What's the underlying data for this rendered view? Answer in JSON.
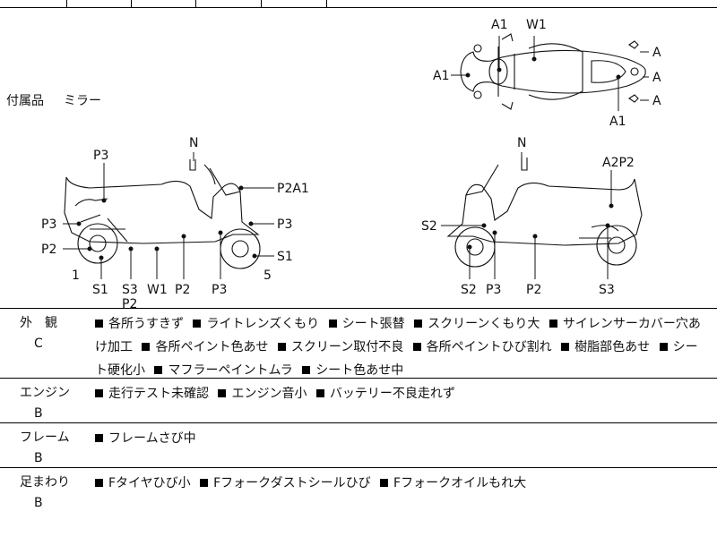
{
  "accessories": {
    "label": "付属品",
    "value": "ミラー"
  },
  "top_view_labels": {
    "a1_top": "A1",
    "w1": "W1",
    "a_1": "A",
    "a_2": "A",
    "a_3": "A",
    "a1_left": "A1",
    "a1_bottom": "A1"
  },
  "left_view_labels": {
    "n": "N",
    "p3_top": "P3",
    "p2a1": "P2A1",
    "p3_left": "P3",
    "p3_right": "P3",
    "p2_left": "P2",
    "s1_right": "S1",
    "num1": "1",
    "num5": "5",
    "s1_bottom": "S1",
    "s3_bottom": "S3",
    "w1_bottom": "W1",
    "p2_bottom": "P2",
    "p3_bottom": "P3",
    "p2_under": "P2"
  },
  "right_view_labels": {
    "n": "N",
    "a2p2": "A2P2",
    "s2_left": "S2",
    "s2_bottom": "S2",
    "p3_bottom": "P3",
    "p2_bottom": "P2",
    "s3_bottom": "S3"
  },
  "conditions": [
    {
      "category": "外　観",
      "grade": "C",
      "items": [
        "各所うすきず",
        "ライトレンズくもり",
        "シート張替",
        "スクリーンくもり大",
        "サイレンサーカバー穴あけ加工",
        "各所ペイント色あせ",
        "スクリーン取付不良",
        "各所ペイントひび割れ",
        "樹脂部色あせ",
        "シート硬化小",
        "マフラーペイントムラ",
        "シート色あせ中"
      ]
    },
    {
      "category": "エンジン",
      "grade": "B",
      "items": [
        "走行テスト未確認",
        "エンジン音小",
        "バッテリー不良走れず"
      ]
    },
    {
      "category": "フレーム",
      "grade": "B",
      "items": [
        "フレームさび中"
      ]
    },
    {
      "category": "足まわり",
      "grade": "B",
      "items": [
        "Fタイヤひび小",
        "Fフォークダストシールひび",
        "Fフォークオイルもれ大"
      ]
    }
  ]
}
